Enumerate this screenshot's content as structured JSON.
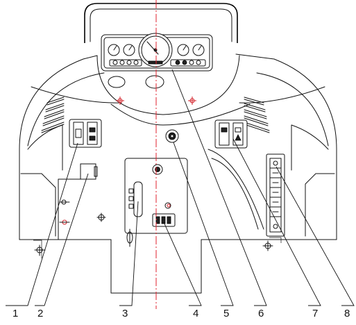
{
  "callouts": [
    {
      "id": "1",
      "label": "1"
    },
    {
      "id": "2",
      "label": "2"
    },
    {
      "id": "3",
      "label": "3"
    },
    {
      "id": "4",
      "label": "4"
    },
    {
      "id": "5",
      "label": "5"
    },
    {
      "id": "6",
      "label": "6"
    },
    {
      "id": "7",
      "label": "7"
    },
    {
      "id": "8",
      "label": "8"
    }
  ],
  "colors": {
    "line": "#111111",
    "centerline": "#e0212d",
    "background": "#ffffff"
  }
}
